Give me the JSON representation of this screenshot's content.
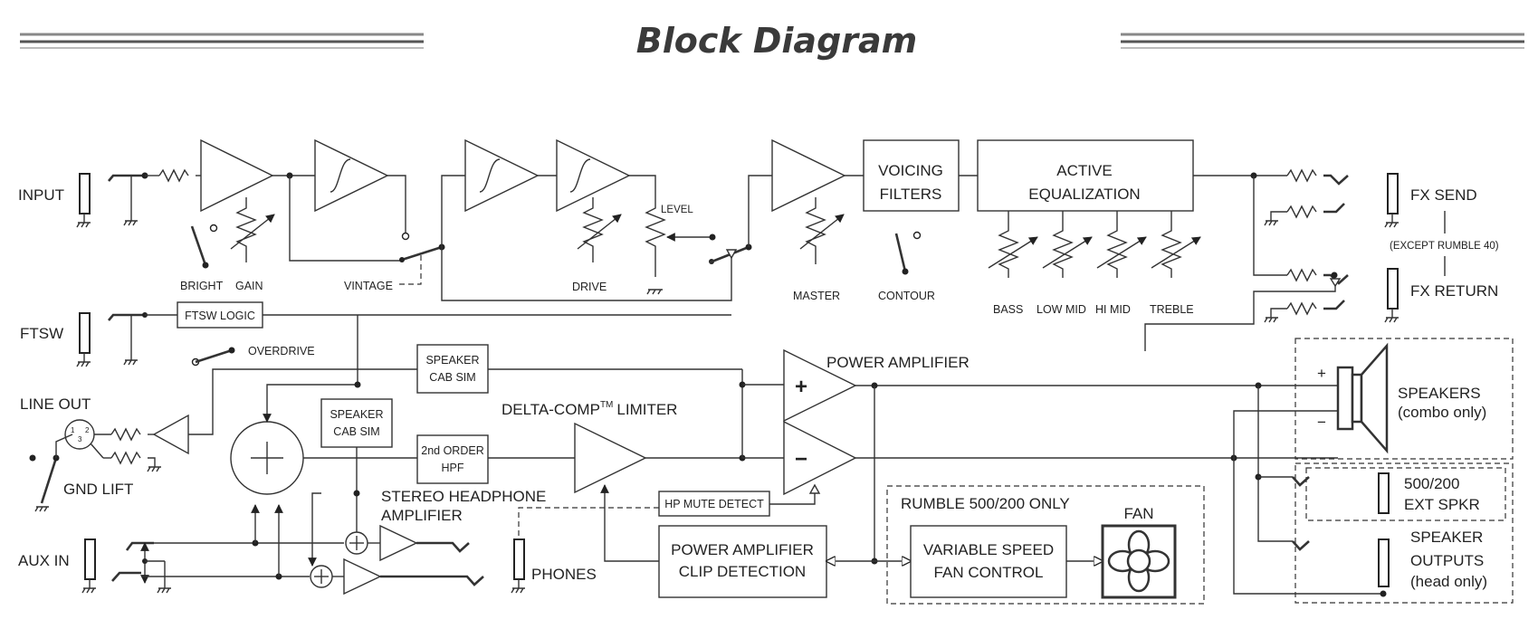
{
  "title": "Block Diagram",
  "inputs": {
    "input": "INPUT",
    "ftsw": "FTSW",
    "line_out": "LINE OUT",
    "gnd_lift": "GND LIFT",
    "aux_in": "AUX IN",
    "phones": "PHONES"
  },
  "preamp": {
    "bright": "BRIGHT",
    "gain": "GAIN",
    "vintage": "VINTAGE",
    "drive": "DRIVE",
    "level": "LEVEL",
    "master": "MASTER",
    "contour": "CONTOUR",
    "voicing_l1": "VOICING",
    "voicing_l2": "FILTERS",
    "eq_l1": "ACTIVE",
    "eq_l2": "EQUALIZATION",
    "bass": "BASS",
    "low_mid": "LOW MID",
    "hi_mid": "HI MID",
    "treble": "TREBLE"
  },
  "fx": {
    "send": "FX SEND",
    "return": "FX RETURN",
    "except": "(EXCEPT RUMBLE 40)"
  },
  "logic": {
    "ftsw_logic": "FTSW LOGIC",
    "overdrive": "OVERDRIVE",
    "cab_sim_l1": "SPEAKER",
    "cab_sim_l2": "CAB SIM",
    "cab_sim2_l1": "SPEAKER",
    "cab_sim2_l2": "CAB SIM",
    "hpf_l1": "2nd ORDER",
    "hpf_l2": "HPF",
    "delta_comp": "DELTA-COMP",
    "tm": "TM",
    "limiter": "LIMITER",
    "hp_mute": "HP MUTE DETECT",
    "headphone_l1": "STEREO HEADPHONE",
    "headphone_l2": "AMPLIFIER",
    "clip_l1": "POWER AMPLIFIER",
    "clip_l2": "CLIP DETECTION",
    "power_amp": "POWER AMPLIFIER",
    "plus": "+",
    "minus": "−"
  },
  "rumble": {
    "heading": "RUMBLE 500/200 ONLY",
    "fan_ctrl_l1": "VARIABLE SPEED",
    "fan_ctrl_l2": "FAN CONTROL",
    "fan": "FAN"
  },
  "outputs": {
    "speakers_l1": "SPEAKERS",
    "speakers_l2": "(combo only)",
    "ext_l1": "500/200",
    "ext_l2": "EXT SPKR",
    "spk_out_l1": "SPEAKER",
    "spk_out_l2": "OUTPUTS",
    "spk_out_l3": "(head only)",
    "plus": "+",
    "minus": "−"
  }
}
